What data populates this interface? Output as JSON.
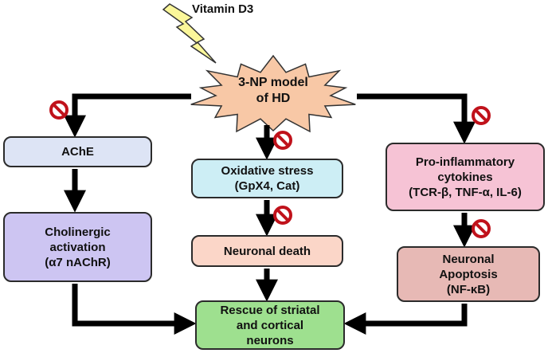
{
  "stimulus": {
    "label": "Vitamin D3"
  },
  "model": {
    "lines": [
      "3-NP model",
      "of HD"
    ]
  },
  "nodes": {
    "ache": {
      "lines": [
        "AChE"
      ]
    },
    "cholinergic": {
      "lines": [
        "Cholinergic",
        "activation",
        "(α7 nAChR)"
      ]
    },
    "oxidative": {
      "lines": [
        "Oxidative stress",
        "(GpX4, Cat)"
      ]
    },
    "neuronal_death": {
      "lines": [
        "Neuronal death"
      ]
    },
    "rescue": {
      "lines": [
        "Rescue of striatal",
        "and cortical",
        "neurons"
      ]
    },
    "cytokines": {
      "lines": [
        "Pro-inflammatory",
        "cytokines",
        "(TCR-β, TNF-α, IL-6)"
      ]
    },
    "apoptosis": {
      "lines": [
        "Neuronal",
        "Apoptosis",
        "(NF-κB)"
      ]
    }
  },
  "colors": {
    "burst_fill": "#f8c8a6",
    "lightning_fill": "#fbf79a",
    "arrow": "#000000",
    "inhibit_red": "#c0121b"
  }
}
